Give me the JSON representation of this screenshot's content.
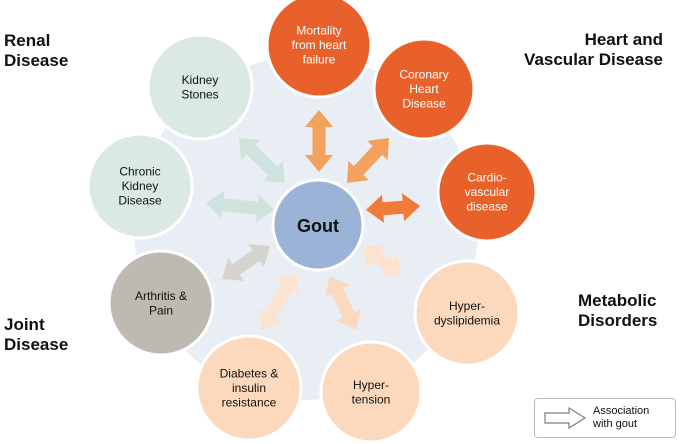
{
  "center": {
    "label": "Gout",
    "color": "#9bb3d6"
  },
  "categories": [
    {
      "id": "renal",
      "label": "Renal\nDisease"
    },
    {
      "id": "heart",
      "label": "Heart and\nVascular Disease"
    },
    {
      "id": "joint",
      "label": "Joint\nDisease"
    },
    {
      "id": "metabolic",
      "label": "Metabolic\nDisorders"
    }
  ],
  "nodes": [
    {
      "id": "mortality",
      "label": "Mortality\nfrom heart\nfailure",
      "group": "heart",
      "fill": "#e8612a",
      "text_color": "#ffffff",
      "arrow_color": "#f5a15e"
    },
    {
      "id": "coronary",
      "label": "Coronary\nHeart\nDisease",
      "group": "heart",
      "fill": "#e8612a",
      "text_color": "#ffffff",
      "arrow_color": "#f5a15e"
    },
    {
      "id": "cardio",
      "label": "Cardio-\nvascular\ndisease",
      "group": "heart",
      "fill": "#e8612a",
      "text_color": "#ffffff",
      "arrow_color": "#ef7a3a"
    },
    {
      "id": "dyslipidemia",
      "label": "Hyper-\ndyslipidemia",
      "group": "metabolic",
      "fill": "#fcd8bc",
      "text_color": "#111111",
      "arrow_color": "#fde3cf"
    },
    {
      "id": "hypertension",
      "label": "Hyper-\ntension",
      "group": "metabolic",
      "fill": "#fcd8bc",
      "text_color": "#111111",
      "arrow_color": "#fbd9bf"
    },
    {
      "id": "diabetes",
      "label": "Diabetes &\ninsulin\nresistance",
      "group": "metabolic",
      "fill": "#fcd8bc",
      "text_color": "#111111",
      "arrow_color": "#fbe3d1"
    },
    {
      "id": "arthritis",
      "label": "Arthritis &\nPain",
      "group": "joint",
      "fill": "#bdbab2",
      "text_color": "#111111",
      "arrow_color": "#d6d4cf"
    },
    {
      "id": "ckd",
      "label": "Chronic\nKidney\nDisease",
      "group": "renal",
      "fill": "#dbe9e4",
      "text_color": "#111111",
      "arrow_color": "#cfe3dc"
    },
    {
      "id": "stones",
      "label": "Kidney\nStones",
      "group": "renal",
      "fill": "#dbe9e4",
      "text_color": "#111111",
      "arrow_color": "#cfe3dc"
    }
  ],
  "legend": {
    "label": "Association\nwith gout"
  }
}
